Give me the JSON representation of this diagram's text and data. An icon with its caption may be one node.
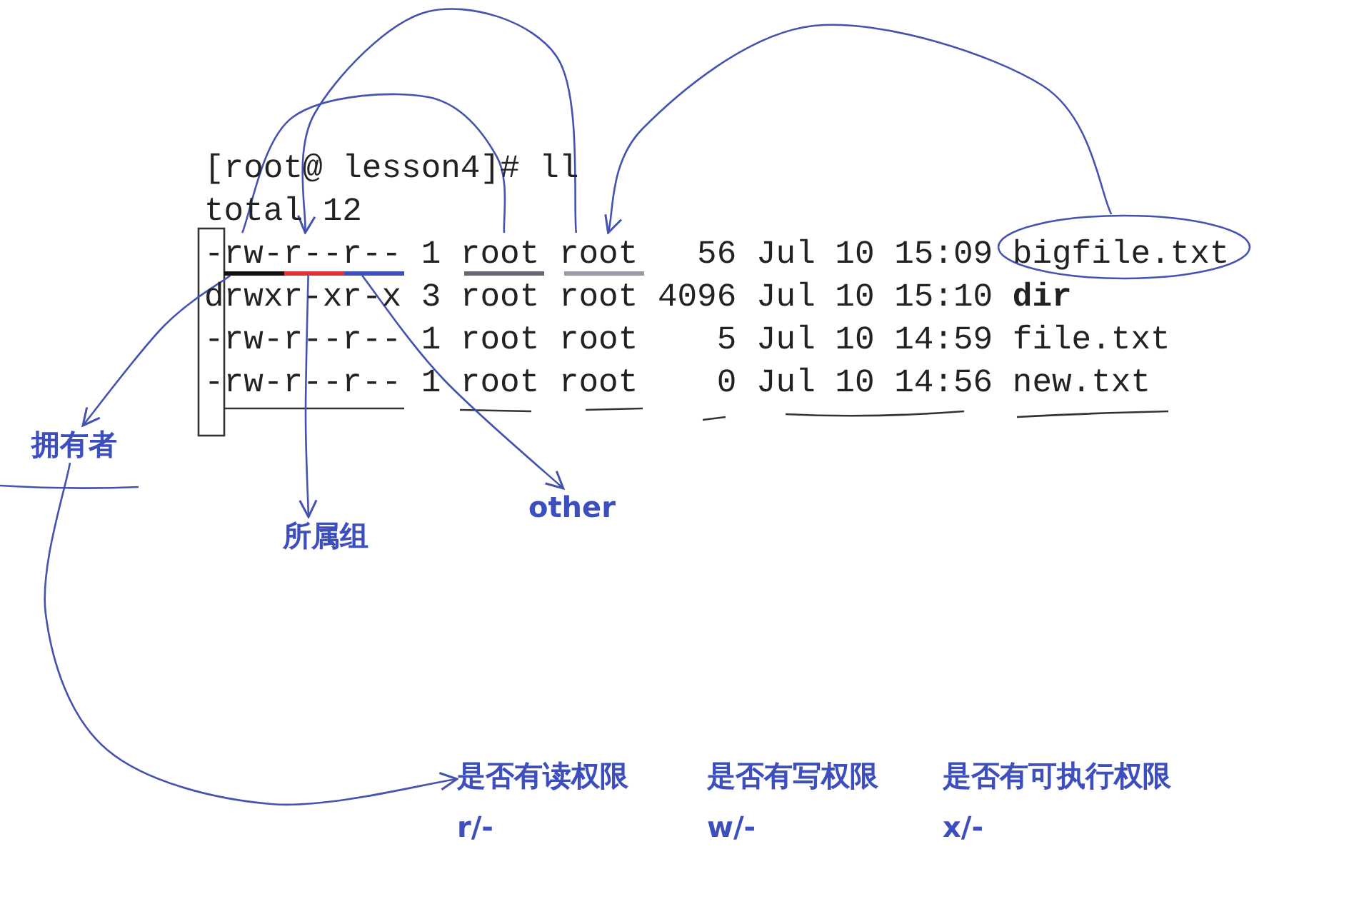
{
  "diagram": {
    "nodes": [
      {
        "text": [
          "拥有者"
        ]
      },
      {
        "text": [
          "所属组"
        ]
      },
      {
        "text": [
          "other"
        ]
      },
      {
        "text": [
          "是否有读权限",
          "r/-"
        ]
      },
      {
        "text": [
          "是否有写权限",
          "w/-"
        ]
      },
      {
        "text": [
          "是否有可执行权限",
          "x/-"
        ]
      },
      {
        "text": [],
        "shape": "bar"
      },
      {
        "text": [],
        "shape": "bar"
      },
      {
        "text": [],
        "shape": "bar"
      },
      {
        "text": [],
        "shape": "bar"
      },
      {
        "text": [],
        "shape": "ellipse"
      },
      {
        "text": [],
        "shape": "bar"
      }
    ],
    "edges": [
      {
        "from": 6,
        "to": 0,
        "arrow": "to"
      },
      {
        "from": 7,
        "to": 1,
        "arrow": "to"
      },
      {
        "from": 8,
        "to": 2,
        "arrow": "to"
      },
      {
        "from": 0,
        "to": 3,
        "arrow": "to"
      },
      {
        "from": 6,
        "to": 9,
        "arrow": "none"
      },
      {
        "from": 11,
        "to": 7,
        "arrow": "to"
      },
      {
        "from": 10,
        "to": 11,
        "arrow": "to"
      }
    ],
    "labels": [
      "[root@ lesson4]# ll",
      "total 12",
      "-rw-r--r-- 1 root root   56 Jul 10 15:09 bigfile.txt",
      "drwxr-xr-x 3 root root 4096 Jul 10 15:10 **dir**",
      "-rw-r--r-- 1 root root    5 Jul 10 14:59 file.txt",
      "-rw-r--r-- 1 root root    0 Jul 10 14:56 new.txt"
    ]
  }
}
